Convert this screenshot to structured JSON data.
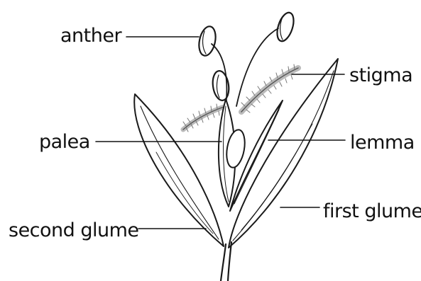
{
  "labels": {
    "anther": "anther",
    "stigma": "stigma",
    "palea": "palea",
    "lemma": "lemma",
    "first_glume": "first glume",
    "second_glume": "second glume"
  },
  "colors": {
    "ink": "#111111",
    "background": "#ffffff"
  }
}
